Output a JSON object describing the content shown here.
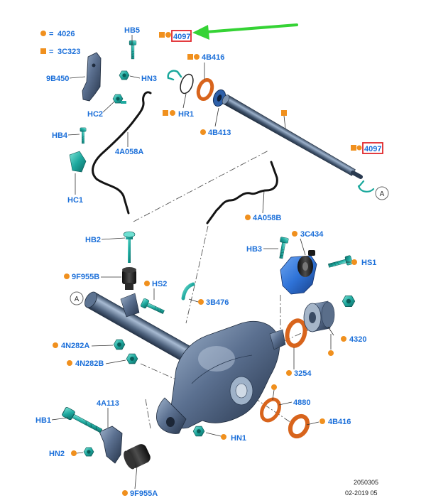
{
  "legend": {
    "equals": "=",
    "dot_code": "4026",
    "square_code": "3C323"
  },
  "callouts": {
    "hb5": "HB5",
    "p4097_upper": "4097",
    "p4b416_upper": "4B416",
    "p9b450": "9B450",
    "hn3": "HN3",
    "hr1": "HR1",
    "p4b413": "4B413",
    "hc2": "HC2",
    "hb4": "HB4",
    "p4a058a": "4A058A",
    "p4097_lower": "4097",
    "hc1": "HC1",
    "p4a058b": "4A058B",
    "hb2": "HB2",
    "p3c434": "3C434",
    "hb3": "HB3",
    "hs1": "HS1",
    "p9f955b": "9F955B",
    "hs2": "HS2",
    "p3b476": "3B476",
    "p4n282a": "4N282A",
    "p4320": "4320",
    "p4n282b": "4N282B",
    "p3254": "3254",
    "p4880": "4880",
    "p4a113": "4A113",
    "hb1": "HB1",
    "p4b416_lower": "4B416",
    "hn2": "HN2",
    "hn1": "HN1",
    "p9f955a": "9F955A"
  },
  "reference_markers": {
    "right": "A",
    "left": "A"
  },
  "footer": {
    "illustration_id": "2050305",
    "revision": "02-2019 05"
  },
  "colors": {
    "callout_text": "#1b6fd9",
    "marker": "#f0901e",
    "highlight_box": "#e0262b",
    "pointer_arrow": "#35d335",
    "seal": "#d8641c",
    "fastener": "#1aa89c"
  },
  "icons": {
    "dot_marker": "orange-dot-icon",
    "square_marker": "orange-square-icon",
    "pointer": "green-arrow-icon"
  }
}
